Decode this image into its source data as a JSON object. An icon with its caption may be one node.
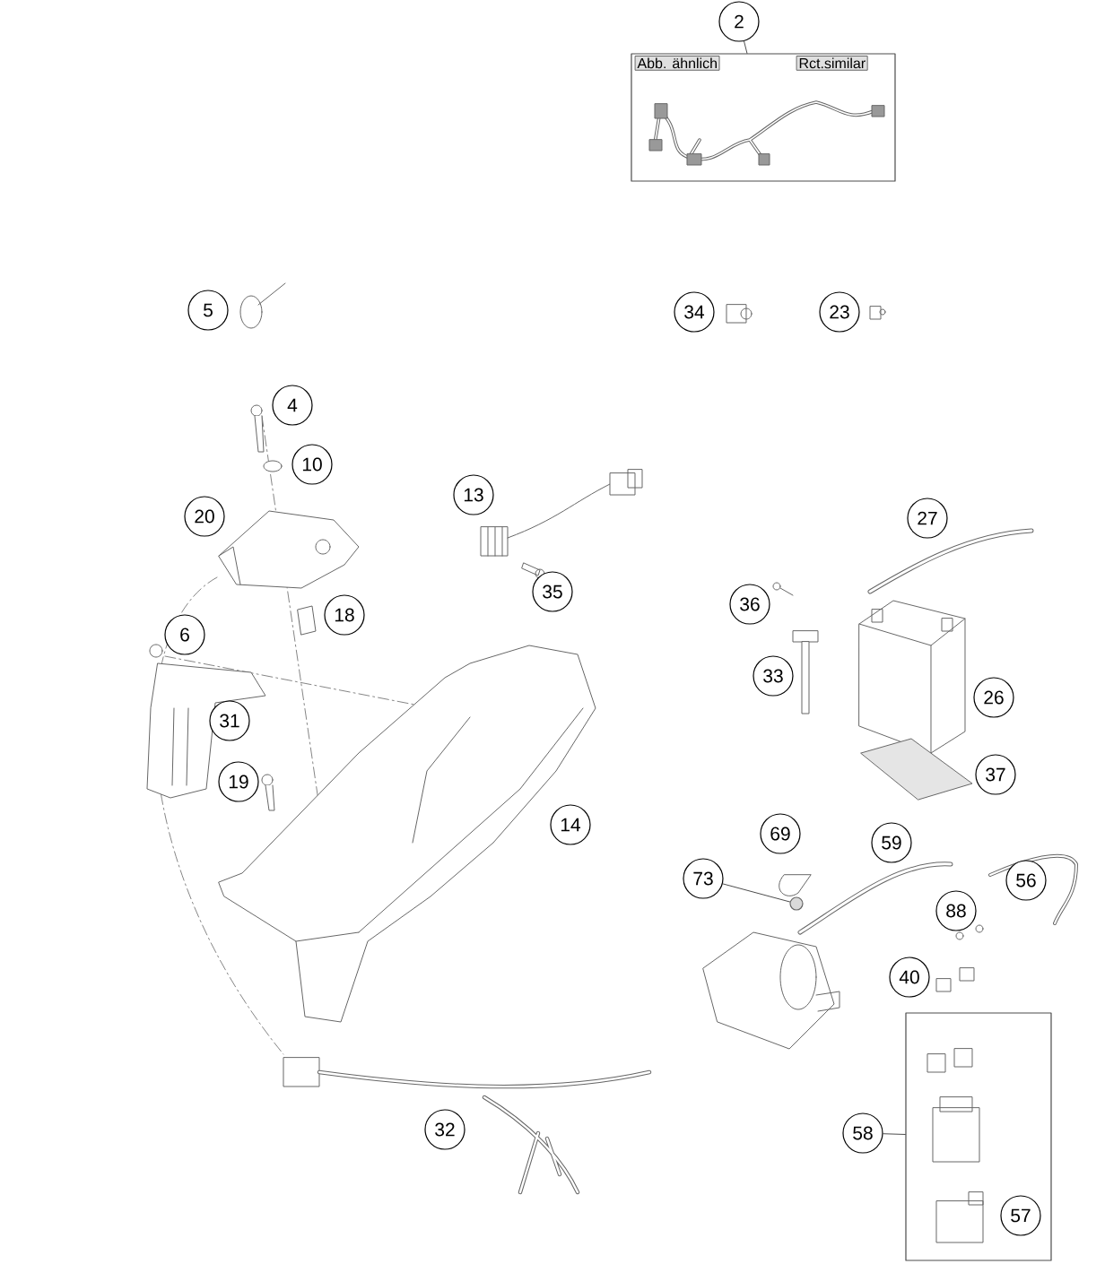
{
  "diagram": {
    "nodes": [
      {
        "text": [
          "2"
        ]
      },
      {
        "text": [],
        "shape": "box"
      },
      {
        "text": [
          "Abb. ähnlich"
        ],
        "in": 1
      },
      {
        "text": [
          "Rct.similar"
        ],
        "in": 1
      },
      {
        "text": [
          "5"
        ]
      },
      {
        "text": [
          "34"
        ]
      },
      {
        "text": [
          "23"
        ]
      },
      {
        "text": [
          "4"
        ]
      },
      {
        "text": [
          "10"
        ]
      },
      {
        "text": [
          "13"
        ]
      },
      {
        "text": [
          "20"
        ]
      },
      {
        "text": [
          "27"
        ]
      },
      {
        "text": [
          "35"
        ]
      },
      {
        "text": [
          "36"
        ]
      },
      {
        "text": [
          "18"
        ]
      },
      {
        "text": [
          "6"
        ]
      },
      {
        "text": [
          "33"
        ]
      },
      {
        "text": [
          "26"
        ]
      },
      {
        "text": [
          "31"
        ]
      },
      {
        "text": [
          "19"
        ]
      },
      {
        "text": [
          "37"
        ]
      },
      {
        "text": [
          "14"
        ]
      },
      {
        "text": [
          "69"
        ]
      },
      {
        "text": [
          "59"
        ]
      },
      {
        "text": [
          "73"
        ]
      },
      {
        "text": [
          "56"
        ]
      },
      {
        "text": [
          "88"
        ]
      },
      {
        "text": [
          "40"
        ]
      },
      {
        "text": [],
        "shape": "circle"
      },
      {
        "text": [
          "58"
        ]
      },
      {
        "text": [],
        "shape": "box"
      },
      {
        "text": [
          "57"
        ],
        "in": 30
      },
      {
        "text": [
          "32"
        ]
      }
    ],
    "edges": [
      {
        "from": 0,
        "to": 1,
        "arrow": "none"
      },
      {
        "from": 24,
        "to": 28,
        "arrow": "none"
      },
      {
        "from": 29,
        "to": 30,
        "arrow": "none"
      }
    ]
  }
}
